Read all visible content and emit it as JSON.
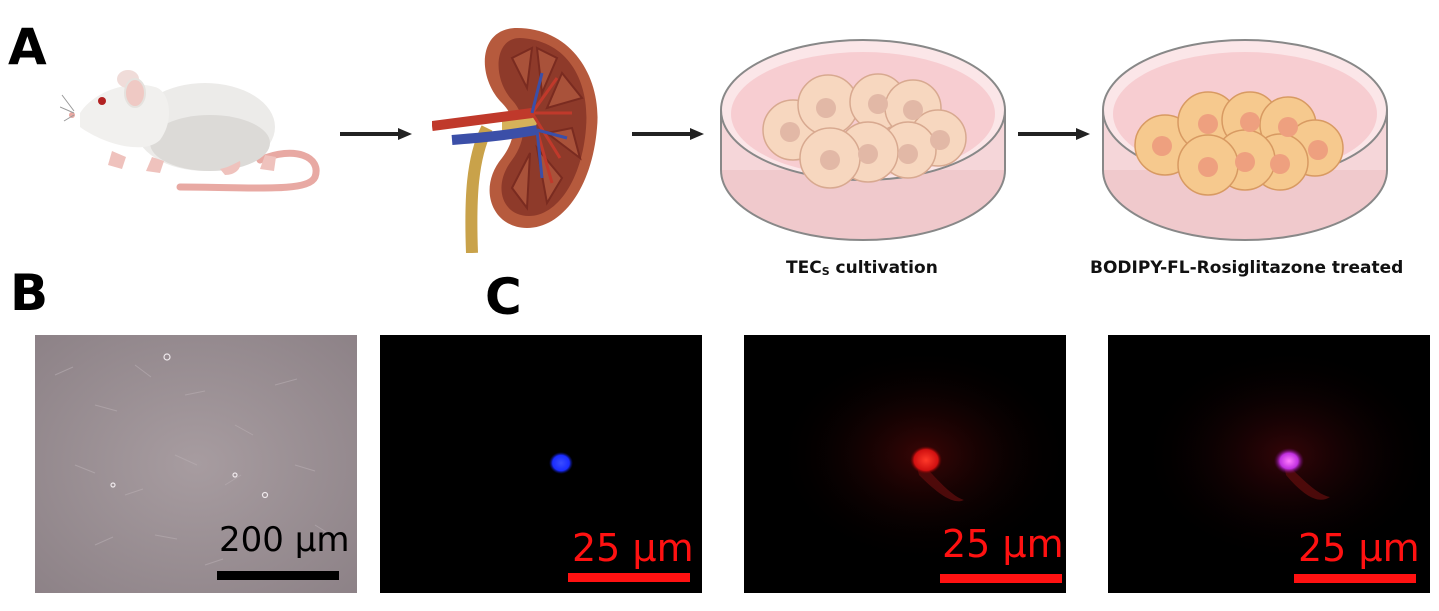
{
  "panels": {
    "a": {
      "letter": "A"
    },
    "b": {
      "letter": "B"
    },
    "c": {
      "letter": "C"
    }
  },
  "captions": {
    "tec_main": "TEC",
    "tec_sub": "S",
    "tec_rest": " cultivation",
    "bodipy": "BODIPY-FL-Rosiglitazone treated"
  },
  "scale_bars": {
    "b": "200 μm",
    "c1": "25 μm",
    "c2": "25 μm",
    "c3": "25 μm"
  },
  "colors": {
    "scale_red": "#ff1111",
    "scale_black": "#000000",
    "nucleus_blue": "#1a2cff",
    "cell_red": "#ff1a1a",
    "merge_magenta": "#e040ff"
  },
  "icons": [
    "mouse-icon",
    "kidney-icon",
    "arrow-icon",
    "petri-dish-icon"
  ]
}
